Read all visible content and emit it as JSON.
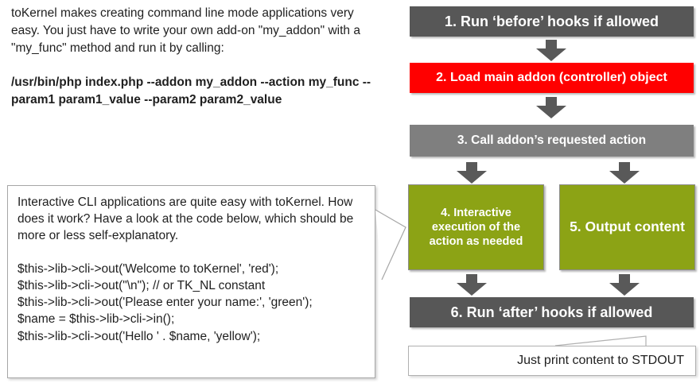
{
  "intro": {
    "paragraph": "toKernel makes creating command line mode applications very easy. You just have to write your own add-on \"my_addon\" with a \"my_func\" method and run it by calling:",
    "command": "/usr/bin/php index.php --addon my_addon --action my_func --param1 param1_value --param2 param2_value"
  },
  "cli_bubble": {
    "paragraph": "Interactive CLI applications are quite easy with toKernel. How does it work? Have a look at the code below, which should be more or less self-explanatory.",
    "code_lines": [
      "$this->lib->cli->out('Welcome to toKernel', 'red');",
      "$this->lib->cli->out(\"\\n\"); // or TK_NL constant",
      "$this->lib->cli->out('Please enter your name:', 'green');",
      "$name = $this->lib->cli->in();",
      "$this->lib->cli->out('Hello ' . $name, 'yellow');"
    ]
  },
  "flowchart": {
    "steps": [
      {
        "label": "1. Run ‘before’ hooks if allowed",
        "color": "#575757"
      },
      {
        "label": "2. Load main addon (controller) object",
        "color": "#ff0000"
      },
      {
        "label": "3. Call addon’s requested action",
        "color": "#7f7f7f"
      },
      {
        "label": "4. Interactive execution of the action as needed",
        "color": "#8ca315"
      },
      {
        "label": "5. Output content",
        "color": "#8ca315"
      },
      {
        "label": "6. Run ‘after’ hooks if allowed",
        "color": "#575757"
      }
    ],
    "arrow_color": "#595959",
    "stdout_callout": "Just print content to STDOUT"
  }
}
